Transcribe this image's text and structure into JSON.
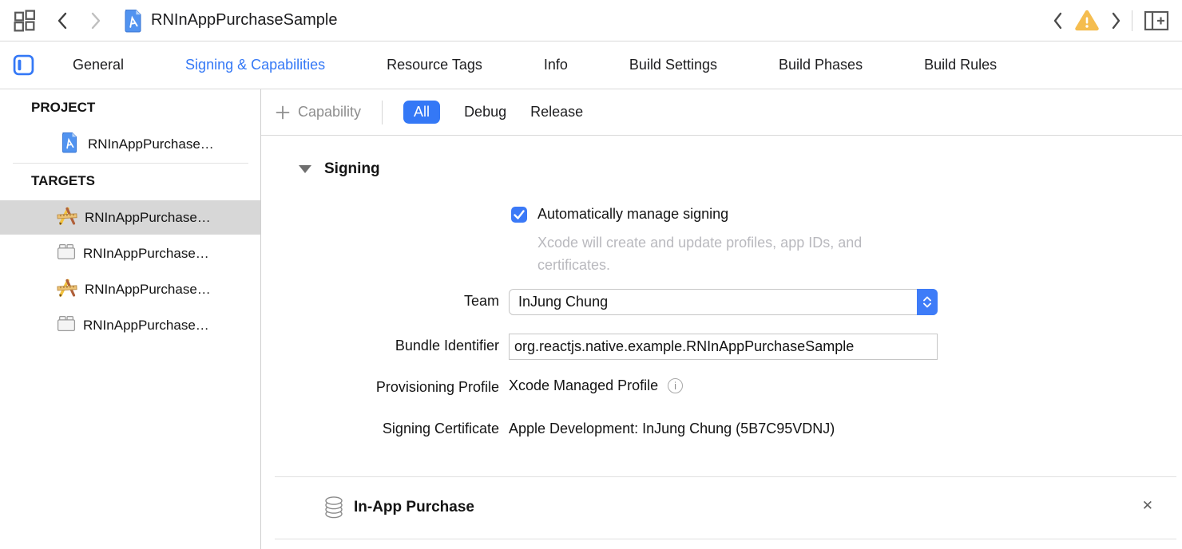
{
  "colors": {
    "accent_blue": "#3478F6",
    "warning_yellow": "#F5BD4F",
    "selected_row_gray": "#D7D7D7"
  },
  "toolbar": {
    "title": "RNInAppPurchaseSample"
  },
  "tabbar": {
    "tabs": [
      {
        "label": "General"
      },
      {
        "label": "Signing & Capabilities",
        "selected": true
      },
      {
        "label": "Resource Tags"
      },
      {
        "label": "Info"
      },
      {
        "label": "Build Settings"
      },
      {
        "label": "Build Phases"
      },
      {
        "label": "Build Rules"
      }
    ]
  },
  "sidebar": {
    "project_header": "PROJECT",
    "project_item": {
      "label": "RNInAppPurchase…",
      "icon": "project-document-icon"
    },
    "targets_header": "TARGETS",
    "targets": [
      {
        "label": "RNInAppPurchase…",
        "icon": "app-target-icon",
        "selected": true
      },
      {
        "label": "RNInAppPurchase…",
        "icon": "test-bundle-icon"
      },
      {
        "label": "RNInAppPurchase…",
        "icon": "app-target-icon"
      },
      {
        "label": "RNInAppPurchase…",
        "icon": "test-bundle-icon"
      }
    ]
  },
  "capability_bar": {
    "add_capability_label": "Capability",
    "segments": [
      {
        "label": "All",
        "selected": true
      },
      {
        "label": "Debug"
      },
      {
        "label": "Release"
      }
    ]
  },
  "signing": {
    "section_title": "Signing",
    "auto_manage": {
      "label": "Automatically manage signing",
      "checked": true,
      "description": "Xcode will create and update profiles, app IDs, and certificates."
    },
    "team": {
      "label": "Team",
      "value": "InJung Chung"
    },
    "bundle_identifier": {
      "label": "Bundle Identifier",
      "value": "org.reactjs.native.example.RNInAppPurchaseSample"
    },
    "provisioning_profile": {
      "label": "Provisioning Profile",
      "value": "Xcode Managed Profile"
    },
    "signing_certificate": {
      "label": "Signing Certificate",
      "value": "Apple Development: InJung Chung (5B7C95VDNJ)"
    }
  },
  "capabilities": [
    {
      "title": "In-App Purchase",
      "icon": "coins-stack-icon"
    }
  ]
}
